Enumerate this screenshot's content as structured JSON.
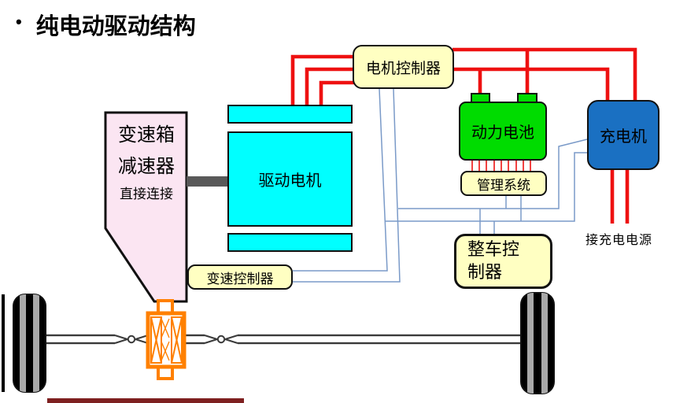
{
  "slide": {
    "title_bullet": "•",
    "title": "纯电动驱动结构"
  },
  "components": {
    "motor_controller": "电机控制器",
    "drive_motor": "驱动电机",
    "gearbox_line1": "变速箱",
    "gearbox_line2": "减速器",
    "gearbox_line3": "直接连接",
    "battery": "动力电池",
    "charger": "充电机",
    "management_system": "管理系统",
    "vehicle_controller_line1": "整车控",
    "vehicle_controller_line2": "制器",
    "transmission_controller": "变速控制器",
    "charging_source_note": "接充电电源"
  },
  "colors": {
    "power_wire_red": "#EE1111",
    "signal_wire_blue": "#7A9AC8",
    "battery_green": "#00DC00",
    "charger_blue": "#1A70C2",
    "motor_cyan": "#00FFFF",
    "controller_yellow": "#FFFFC2",
    "gearbox_pink": "#FBE5F2",
    "gear_unit_orange": "#FF8000",
    "coupling_gray": "#595959"
  }
}
